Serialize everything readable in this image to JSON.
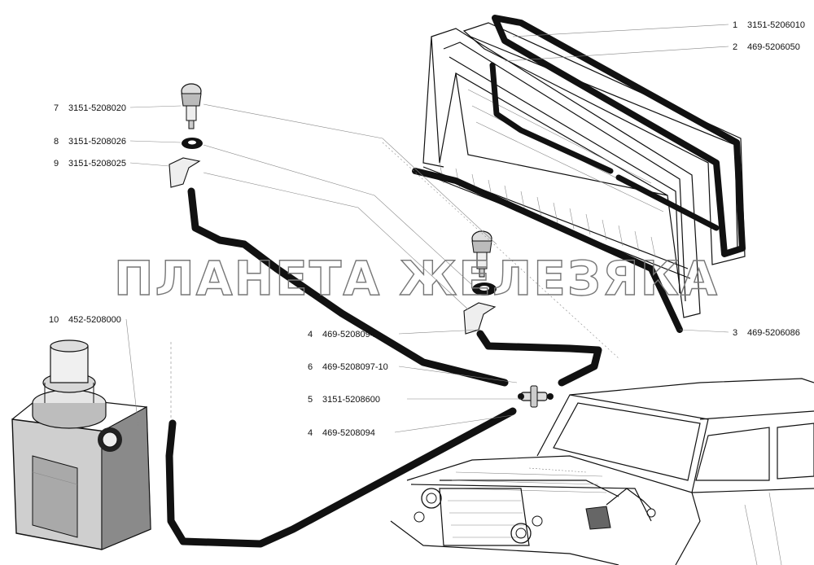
{
  "watermark": "ПЛАНЕТА ЖЕЛЕЗЯКА",
  "callouts": [
    {
      "num": "1",
      "part": "3151-5206010"
    },
    {
      "num": "2",
      "part": "469-5206050"
    },
    {
      "num": "3",
      "part": "469-5206086"
    },
    {
      "num": "4",
      "part": "469-5208094"
    },
    {
      "num": "6",
      "part": "469-5208097-10"
    },
    {
      "num": "5",
      "part": "3151-5208600"
    },
    {
      "num": "4",
      "part": "469-5208094"
    },
    {
      "num": "7",
      "part": "3151-5208020"
    },
    {
      "num": "8",
      "part": "3151-5208026"
    },
    {
      "num": "9",
      "part": "3151-5208025"
    },
    {
      "num": "10",
      "part": "452-5208000"
    }
  ]
}
